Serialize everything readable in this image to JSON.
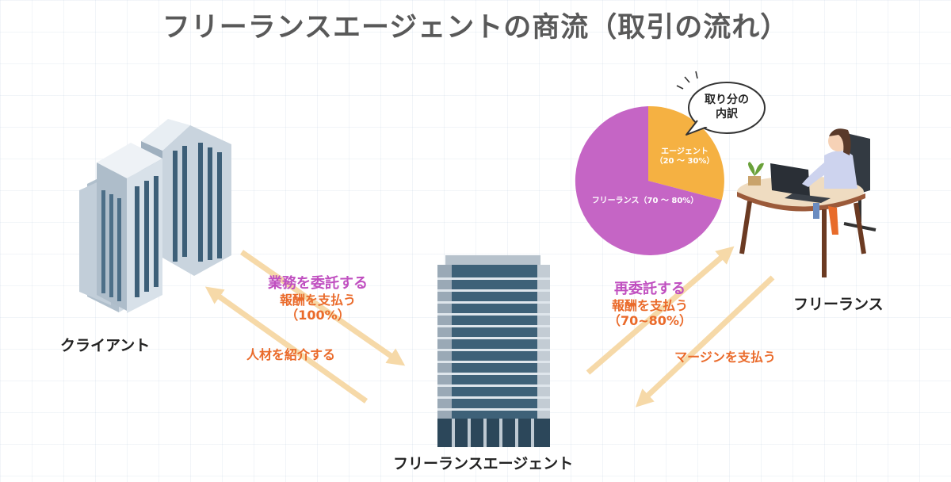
{
  "title": "フリーランスエージェントの商流（取引の流れ）",
  "nodes": {
    "client": "クライアント",
    "agent": "フリーランスエージェント",
    "freelancer": "フリーランス"
  },
  "flows": {
    "client_to_agent": {
      "line1": "業務を委託する",
      "line2": "報酬を支払う",
      "line3": "（100%）"
    },
    "agent_to_client": {
      "line1": "人材を紹介する"
    },
    "agent_to_freelancer": {
      "line1": "再委託する",
      "line2": "報酬を支払う",
      "line3": "（70~80%）"
    },
    "freelancer_to_agent": {
      "line1": "マージンを支払う"
    }
  },
  "pie": {
    "bubble_line1": "取り分の",
    "bubble_line2": "内訳",
    "slices": [
      {
        "label_line1": "エージェント",
        "label_line2": "（20 ～ 30%）",
        "value": 25,
        "color": "#f5b142"
      },
      {
        "label_line1": "フリーランス（70 ～ 80%）",
        "label_line2": "",
        "value": 75,
        "color": "#c565c5"
      }
    ]
  },
  "colors": {
    "arrow": "#f6d9a8",
    "purple_text": "#c04fc0",
    "orange_text": "#ea6a2a",
    "title": "#595959"
  }
}
